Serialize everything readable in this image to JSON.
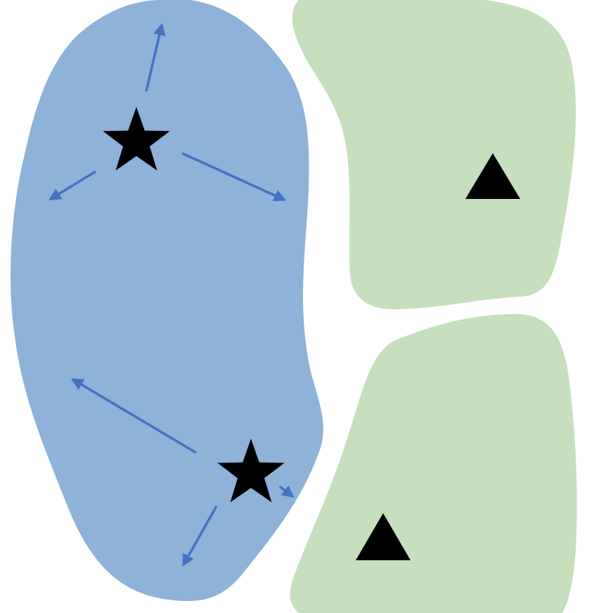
{
  "diagram": {
    "colors": {
      "blue_region": "#8EB2D8",
      "green_region": "#C6DFBD",
      "arrow": "#4472C4",
      "marker": "#000000",
      "background": "#FFFFFF"
    },
    "regions": [
      {
        "name": "blue-region",
        "color_key": "blue_region"
      },
      {
        "name": "green-region-top",
        "color_key": "green_region"
      },
      {
        "name": "green-region-bottom",
        "color_key": "green_region"
      }
    ],
    "markers": {
      "stars": [
        {
          "name": "star-top",
          "icon": "star-icon",
          "arrow_count": 3
        },
        {
          "name": "star-bottom",
          "icon": "star-icon",
          "arrow_count": 3
        }
      ],
      "triangles": [
        {
          "name": "triangle-top",
          "icon": "triangle-icon"
        },
        {
          "name": "triangle-bottom",
          "icon": "triangle-icon"
        }
      ]
    }
  }
}
